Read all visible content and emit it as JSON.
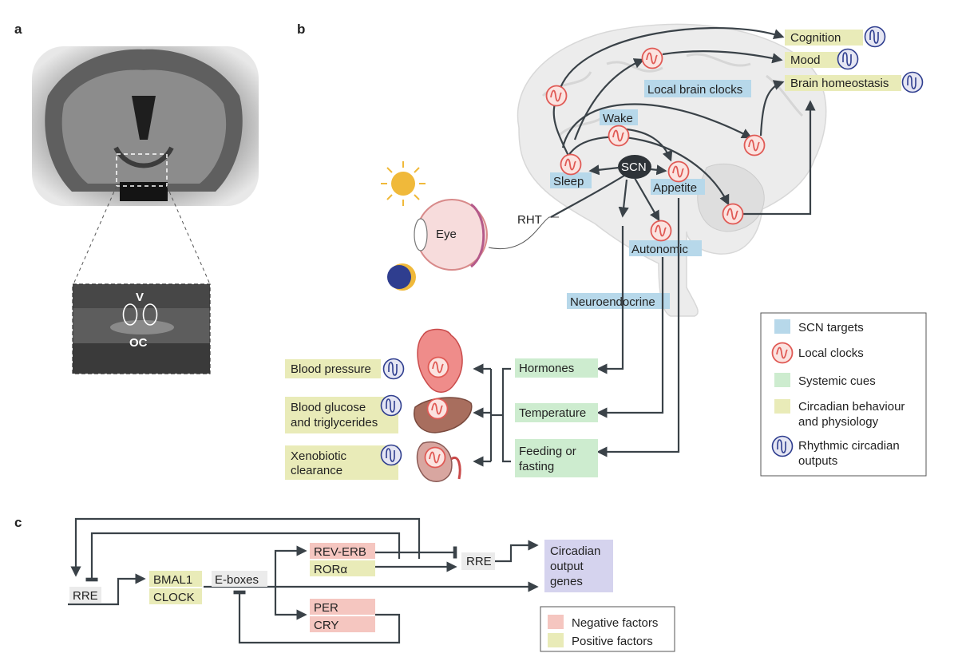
{
  "panels": {
    "a": "a",
    "b": "b",
    "c": "c"
  },
  "panel_a": {
    "v": "V",
    "oc": "OC"
  },
  "panel_b": {
    "eye": "Eye",
    "rht": "RHT",
    "scn": "SCN",
    "targets": {
      "local_brain_clocks": "Local brain clocks",
      "wake": "Wake",
      "sleep": "Sleep",
      "appetite": "Appetite",
      "autonomic": "Autonomic",
      "neuroendocrine": "Neuroendocrine"
    },
    "outputs": {
      "cognition": "Cognition",
      "mood": "Mood",
      "brain_homeostasis": "Brain homeostasis"
    },
    "systemic_cues": {
      "hormones": "Hormones",
      "temperature": "Temperature",
      "feeding_1": "Feeding or",
      "feeding_2": "fasting"
    },
    "physiology": {
      "blood_pressure": "Blood pressure",
      "glucose_1": "Blood glucose",
      "glucose_2": "and triglycerides",
      "xeno_1": "Xenobiotic",
      "xeno_2": "clearance"
    },
    "legend": {
      "scn_targets": "SCN targets",
      "local_clocks": "Local clocks",
      "systemic_cues": "Systemic cues",
      "circadian_1": "Circadian behaviour",
      "circadian_2": "and physiology",
      "rhythmic_1": "Rhythmic circadian",
      "rhythmic_2": "outputs"
    }
  },
  "panel_c": {
    "rre_left": "RRE",
    "bmal1": "BMAL1",
    "clock": "CLOCK",
    "eboxes": "E-boxes",
    "rev_erb": "REV-ERB",
    "ror_alpha": "RORα",
    "per": "PER",
    "cry": "CRY",
    "rre_right": "RRE",
    "output_1": "Circadian",
    "output_2": "output",
    "output_3": "genes",
    "legend_negative": "Negative factors",
    "legend_positive": "Positive factors"
  },
  "colors": {
    "scn_target_blue": "#b7d8ea",
    "systemic_green": "#cdeccf",
    "physiology_yellow": "#e9ebb8",
    "negative_pink": "#f5c6c0",
    "local_clock_red": "#e05a55",
    "rhythmic_blue": "#2f3e8f",
    "output_lavender": "#d5d3ee"
  }
}
